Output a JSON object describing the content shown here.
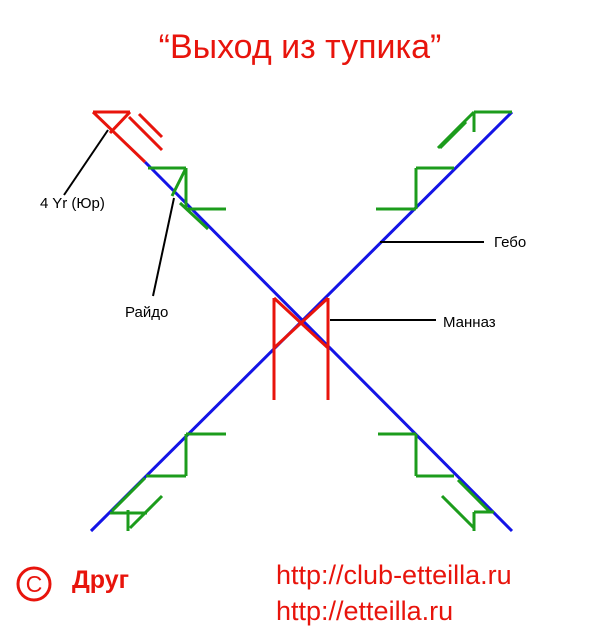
{
  "title": "“Выход из тупика”",
  "labels": {
    "ur": "4 Yr (Юр)",
    "raido": "Райдо",
    "gebo": "Гебо",
    "mannaz": "Манназ"
  },
  "footer": {
    "author": "Друг",
    "copyright_symbol": "C",
    "url1": "http://club-etteilla.ru",
    "url2": "http://etteilla.ru"
  },
  "colors": {
    "blue": "#1414e6",
    "red": "#e8140c",
    "green": "#1c9c1c",
    "black": "#000000"
  }
}
